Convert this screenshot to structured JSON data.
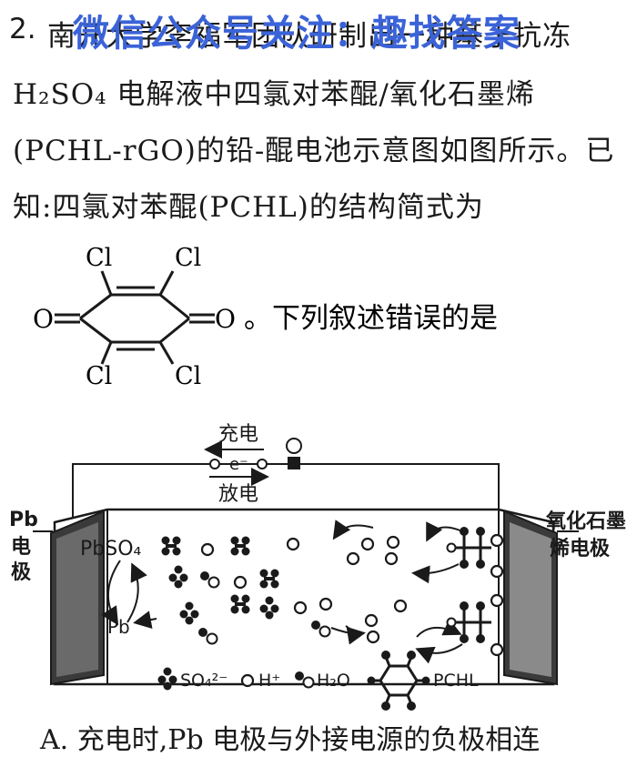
{
  "question": {
    "number": "2.",
    "line1": "南开大学李福军团队研制出一种基于抗冻",
    "line2": "H₂SO₄ 电解液中四氯对苯醌/氧化石墨烯",
    "line3": "(PCHL-rGO)的铅-醌电池示意图如图所示。已",
    "line4": "知:四氯对苯醌(PCHL)的结构简式为",
    "tail": "。下列叙述错误的是"
  },
  "watermark": "微信公众号关注：趣找答案",
  "structure": {
    "cl_top_left": "Cl",
    "cl_top_right": "Cl",
    "cl_bottom_left": "Cl",
    "cl_bottom_right": "Cl",
    "o_left": "O",
    "o_right": "O"
  },
  "diagram": {
    "charge_label": "充电",
    "discharge_label": "放电",
    "electron": "e⁻",
    "left_electrode": [
      "Pb",
      "电",
      "极"
    ],
    "right_electrode": [
      "氧化石墨",
      "烯电极"
    ],
    "pbso4": "PbSO₄",
    "pb": "Pb",
    "legend": {
      "so4": "SO₄²⁻",
      "h": "H⁺",
      "h2o": "H₂O",
      "pchl": "PCHL"
    }
  },
  "option_a": "A. 充电时,Pb 电极与外接电源的负极相连"
}
